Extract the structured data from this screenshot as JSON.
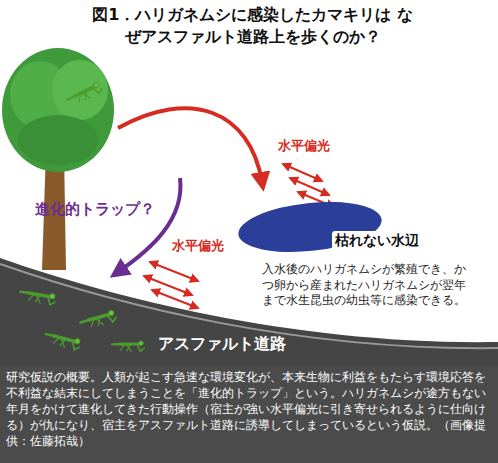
{
  "diagram": {
    "title": "図1．ハリガネムシに感染したカマキリは なぜアスファルト道路上を歩くのか？",
    "caption": "研究仮説の概要。人類が起こす急速な環境変化が、本来生物に利益をもたらす環境応答を不利益な結末にしてしまうことを「進化的トラップ」という。ハリガネムシが途方もない年月をかけて進化してきた行動操作（宿主が強い水平偏光に引き寄せられるように仕向ける）が仇になり、宿主をアスファルト道路に誘導してしまっているという仮説。（画像提供：佐藤拓哉）",
    "nodes": [
      {
        "text": [
          "枯れない水辺"
        ]
      },
      {
        "text": [
          "アスファルト道路"
        ]
      }
    ],
    "labels": [
      "水平偏光",
      "進化的トラップ？",
      "水平偏光",
      "入水後のハリガネムシが繁殖でき、かつ卵から産まれたハリガネムシが翌年まで水生昆虫の幼虫等に感染できる。"
    ]
  }
}
